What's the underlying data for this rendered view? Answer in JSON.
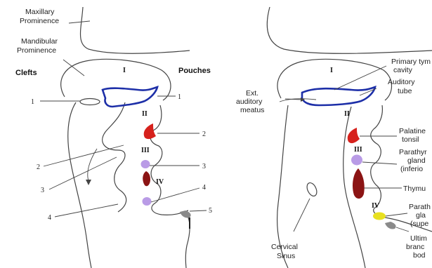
{
  "left_panel": {
    "maxillary_line1": "Maxillary",
    "maxillary_line2": "Prominence",
    "mandibular_line1": "Mandibular",
    "mandibular_line2": "Prominence",
    "clefts_heading": "Clefts",
    "pouches_heading": "Pouches",
    "arch_labels": [
      "I",
      "II",
      "III",
      "IV"
    ],
    "cleft_numbers": [
      "1",
      "2",
      "3",
      "4"
    ],
    "pouch_numbers": [
      "1",
      "2",
      "3",
      "4",
      "5"
    ]
  },
  "right_panel": {
    "arch_labels": [
      "I",
      "II",
      "III",
      "IV"
    ],
    "primary_tympanic": [
      "Primary tym",
      "cavity"
    ],
    "auditory_tube": [
      "Auditory",
      "tube"
    ],
    "ext_auditory_meatus": [
      "Ext.",
      "auditory",
      "meatus"
    ],
    "palatine_tonsil": [
      "Palatine",
      "tonsil"
    ],
    "parathyroid_inferior": [
      "Parathyr",
      "gland",
      "(inferio"
    ],
    "thymus": "Thymu",
    "parathyroid_superior": [
      "Parath",
      "gla",
      "(supe"
    ],
    "ultimobranchial": [
      "Ultim",
      "branc",
      "bod"
    ],
    "cervical_sinus": [
      "Cervical",
      "Sinus"
    ]
  },
  "colors": {
    "pouch_1": "#1d2fa8",
    "pouch_2": "#d6211c",
    "pouch_3_parathyroid": "#b99be6",
    "pouch_3_thymus": "#8b1414",
    "pouch_4_superior_parathyroid": "#e8e020",
    "ultimobranchial_body": "#8a8a8a"
  }
}
